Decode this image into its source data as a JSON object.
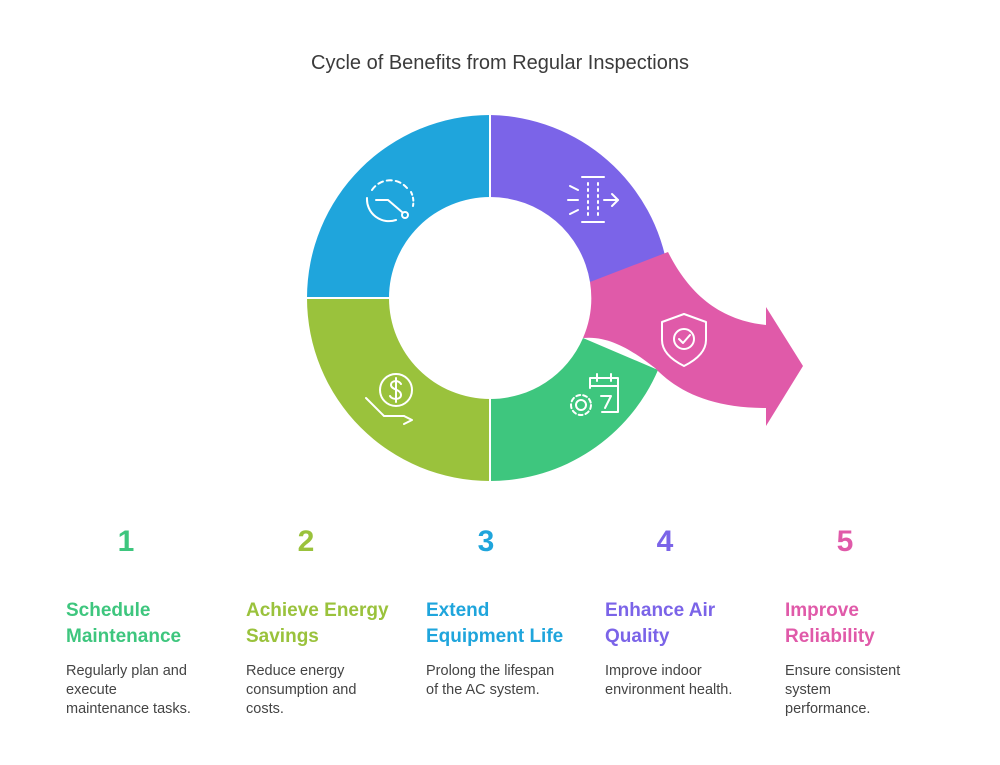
{
  "title": "Cycle of Benefits from Regular Inspections",
  "colors": {
    "blue": "#1fa5dc",
    "green": "#9ac23c",
    "teal": "#3ec67e",
    "purple": "#7b64e8",
    "pink": "#e05aa9"
  },
  "steps": [
    {
      "number": "1",
      "heading_line1": "Schedule",
      "heading_line2": "Maintenance",
      "desc_line1": "Regularly plan and",
      "desc_line2": "execute",
      "desc_line3": "maintenance tasks.",
      "color": "#3ec67e",
      "icon": "clock-gauge-icon"
    },
    {
      "number": "2",
      "heading_line1": "Achieve Energy",
      "heading_line2": "Savings",
      "desc_line1": "Reduce energy",
      "desc_line2": "consumption and",
      "desc_line3": "costs.",
      "color": "#9ac23c",
      "icon": "dollar-down-icon"
    },
    {
      "number": "3",
      "heading_line1": "Extend",
      "heading_line2": "Equipment Life",
      "desc_line1": "Prolong the lifespan",
      "desc_line2": "of the AC system.",
      "desc_line3": "",
      "color": "#1fa5dc",
      "icon": "calendar-gear-icon"
    },
    {
      "number": "4",
      "heading_line1": "Enhance Air",
      "heading_line2": "Quality",
      "desc_line1": "Improve indoor",
      "desc_line2": "environment health.",
      "desc_line3": "",
      "color": "#7b64e8",
      "icon": "air-filter-icon"
    },
    {
      "number": "5",
      "heading_line1": "Improve",
      "heading_line2": "Reliability",
      "desc_line1": "Ensure consistent",
      "desc_line2": "system",
      "desc_line3": "performance.",
      "color": "#e05aa9",
      "icon": "shield-check-icon"
    }
  ]
}
